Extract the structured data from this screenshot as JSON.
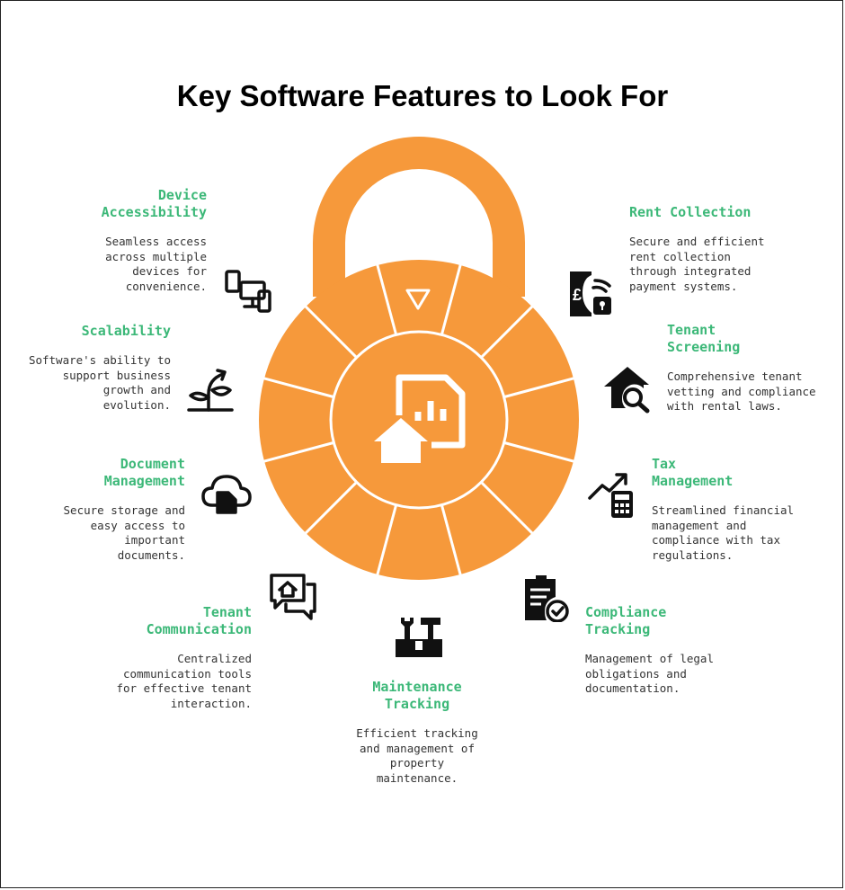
{
  "title": "Key Software Features to Look For",
  "colors": {
    "accent": "#f6993b",
    "feature_title": "#3cb878",
    "text": "#333333",
    "icon": "#111111"
  },
  "features": [
    {
      "key": "device",
      "title_lines": [
        "Device",
        "Accessibility"
      ],
      "desc_lines": [
        "Seamless access",
        "across multiple",
        "devices for",
        "convenience."
      ],
      "icon": "devices-icon"
    },
    {
      "key": "scalability",
      "title_lines": [
        "Scalability"
      ],
      "desc_lines": [
        "Software's ability to",
        "support business",
        "growth and",
        "evolution."
      ],
      "icon": "growth-sprout-icon"
    },
    {
      "key": "document",
      "title_lines": [
        "Document",
        "Management"
      ],
      "desc_lines": [
        "Secure storage and",
        "easy access to",
        "important",
        "documents."
      ],
      "icon": "cloud-document-icon"
    },
    {
      "key": "communication",
      "title_lines": [
        "Tenant",
        "Communication"
      ],
      "desc_lines": [
        "Centralized",
        "communication tools",
        "for effective tenant",
        "interaction."
      ],
      "icon": "chat-home-icon"
    },
    {
      "key": "maintenance",
      "title_lines": [
        "Maintenance",
        "Tracking"
      ],
      "desc_lines": [
        "Efficient tracking",
        "and management of",
        "property",
        "maintenance."
      ],
      "icon": "toolbox-icon"
    },
    {
      "key": "compliance",
      "title_lines": [
        "Compliance",
        "Tracking"
      ],
      "desc_lines": [
        "Management of legal",
        "obligations and",
        "documentation."
      ],
      "icon": "clipboard-check-icon"
    },
    {
      "key": "tax",
      "title_lines": [
        "Tax",
        "Management"
      ],
      "desc_lines": [
        "Streamlined financial",
        "management and",
        "compliance with tax",
        "regulations."
      ],
      "icon": "calculator-trend-icon"
    },
    {
      "key": "screening",
      "title_lines": [
        "Tenant",
        "Screening"
      ],
      "desc_lines": [
        "Comprehensive tenant",
        "vetting and compliance",
        "with rental laws."
      ],
      "icon": "house-search-icon"
    },
    {
      "key": "rent",
      "title_lines": [
        "Rent Collection"
      ],
      "desc_lines": [
        "Secure and efficient",
        "rent collection",
        "through integrated",
        "payment systems."
      ],
      "icon": "pound-payment-icon"
    }
  ],
  "center_icon": "property-report-icon",
  "lock_marker_icon": "triangle-marker-icon"
}
